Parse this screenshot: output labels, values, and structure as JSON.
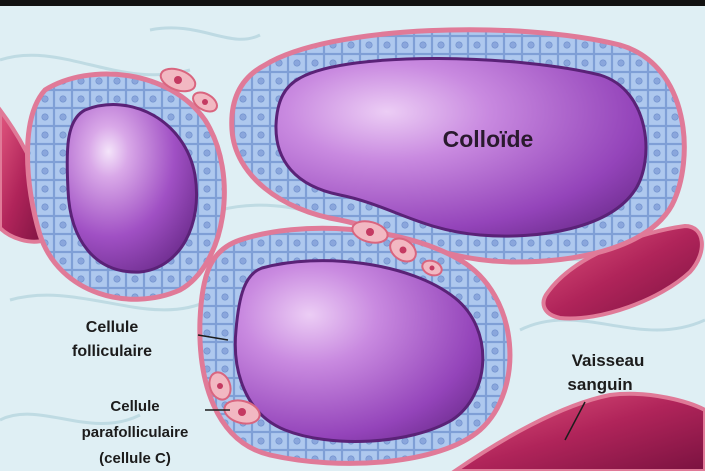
{
  "labels": {
    "colloid": "Colloïde",
    "follicular_line1": "Cellule",
    "follicular_line2": "folliculaire",
    "parafollicular_line1": "Cellule",
    "parafollicular_line2": "parafolliculaire",
    "parafollicular_line3": "(cellule C)",
    "vessel_line1": "Vaisseau",
    "vessel_line2": "sanguin"
  },
  "colors": {
    "background": "#dfeff4",
    "epithelium": "#a9c3ec",
    "cell_border": "#7f9fd6",
    "basement_membrane": "#e07a98",
    "colloid_dark": "#6a2a8a",
    "colloid_light": "#d8a6e6",
    "vessel": "#9e1c4e",
    "frame": "#111111"
  }
}
